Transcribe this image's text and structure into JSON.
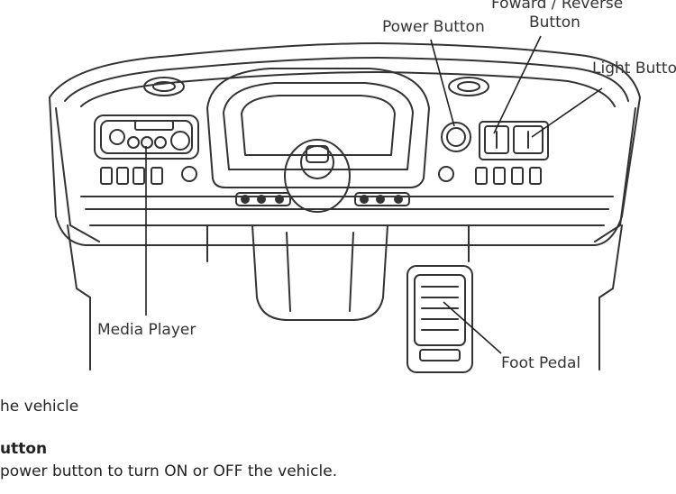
{
  "diagram": {
    "labels": {
      "forward_reverse_line1": "Foward / Reverse",
      "forward_reverse_line2": "Button",
      "power": "Power Button",
      "light": "Light Butto",
      "media": "Media Player",
      "foot_pedal": "Foot Pedal"
    }
  },
  "text": {
    "line1": "he vehicle",
    "heading": "utton",
    "line3": " power button to turn ON or OFF the vehicle."
  }
}
